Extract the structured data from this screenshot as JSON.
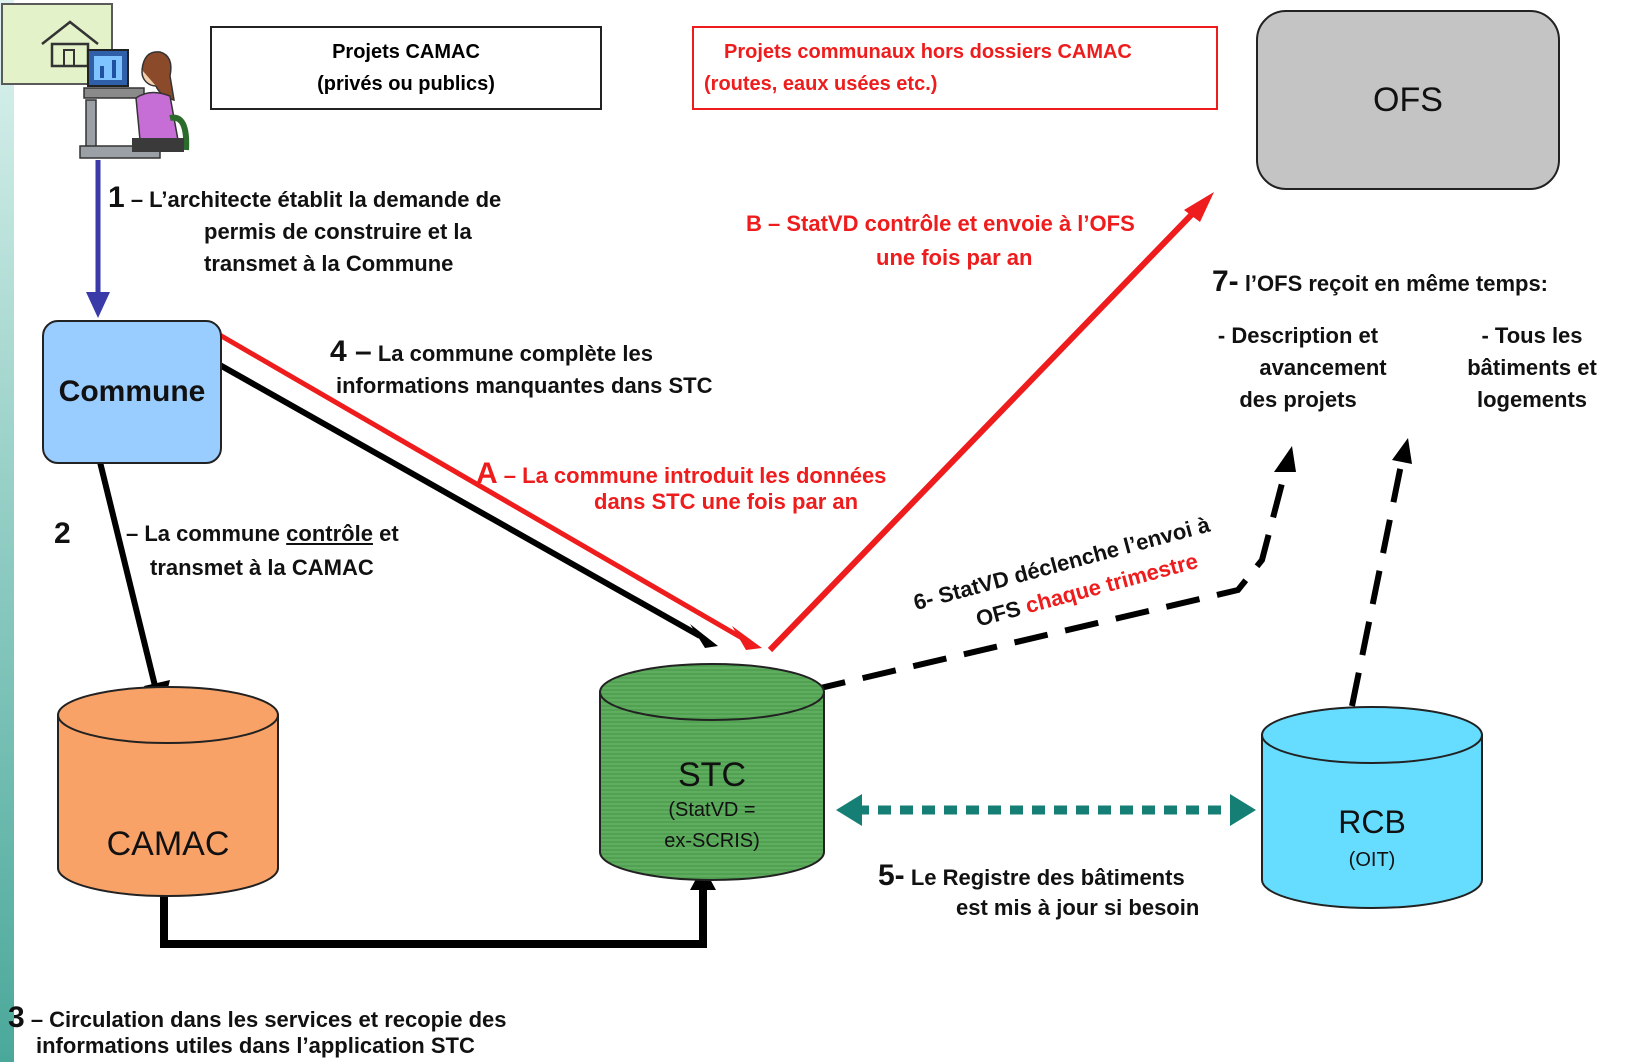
{
  "colors": {
    "arrow_blue": "#3a3aa8",
    "arrow_black": "#000000",
    "arrow_red": "#ee1c1c",
    "arrow_teal": "#157f76",
    "commune_fill": "#99ccff",
    "camac_fill": "#f8a268",
    "stc_fill": "#5fae5f",
    "rcb_fill": "#66ddff",
    "ofs_fill": "#c4c4c4"
  },
  "nodes": {
    "commune": "Commune",
    "camac": "CAMAC",
    "stc_title": "STC",
    "stc_sub1": "(StatVD =",
    "stc_sub2": "ex-SCRIS)",
    "rcb_title": "RCB",
    "rcb_sub": "(OIT)",
    "ofs": "OFS"
  },
  "legend_boxes": {
    "camac_projects_l1": "Projets CAMAC",
    "camac_projects_l2": "(privés ou publics)",
    "communal_projects_l1": "Projets communaux hors dossiers CAMAC",
    "communal_projects_l2": "(routes, eaux usées etc.)"
  },
  "steps": {
    "s1_num": "1",
    "s1_l1": "– L’architecte établit la demande de",
    "s1_l2": "permis de construire et la",
    "s1_l3": "transmet à la Commune",
    "s2_num": "2",
    "s2_l1a": "– La commune",
    "s2_l1b": "contrôle",
    "s2_l1c": "et",
    "s2_l2": "transmet à la CAMAC",
    "s3_num": "3",
    "s3_l1": "– Circulation dans les services et recopie des",
    "s3_l2": "informations utiles dans l’application STC",
    "s4_num": "4 –",
    "s4_l1": "La commune complète les",
    "s4_l2": "informations manquantes dans STC",
    "s5_num": "5-",
    "s5_l1": "Le Registre des bâtiments",
    "s5_l2": "est mis à jour si besoin",
    "s6_l1": "6- StatVD déclenche l’envoi à",
    "s6_l2a": "OFS",
    "s6_l2b": "chaque trimestre",
    "s7_num": "7-",
    "s7_l1": "l’OFS reçoit en même temps:",
    "s7_a1": "- Description et",
    "s7_a2": "avancement",
    "s7_a3": "des projets",
    "s7_b1": "- Tous les",
    "s7_b2": "bâtiments et",
    "s7_b3": "logements",
    "sA_num": "A",
    "sA_l1": "– La commune introduit les données",
    "sA_l2": "dans STC une fois par an",
    "sB_l1": "B – StatVD contrôle et envoie à l’OFS",
    "sB_l2": "une fois par an"
  }
}
